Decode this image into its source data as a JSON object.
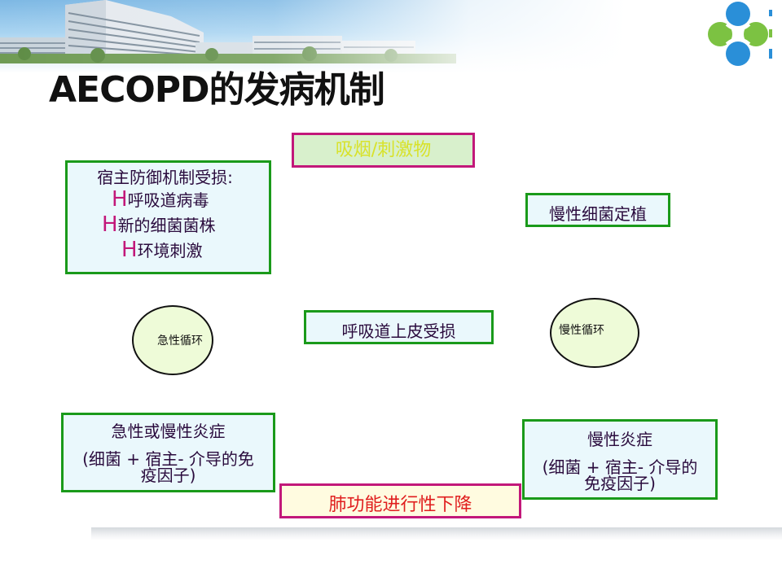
{
  "title": "AECOPD的发病机制",
  "boxes": {
    "smoke": "吸烟/刺激物",
    "host_title": "宿主防御机制受损:",
    "host_items": [
      {
        "mark": "H",
        "text": "呼吸道病毒"
      },
      {
        "mark": "H",
        "text": "新的细菌菌株"
      },
      {
        "mark": "H",
        "text": "环境刺激"
      }
    ],
    "colonization": "慢性细菌定植",
    "epithelium": "呼吸道上皮受损",
    "acute_inflam_title": "急性或慢性炎症",
    "acute_inflam_sub": "(细菌 + 宿主- 介导的免疫因子)",
    "chronic_inflam_title": "慢性炎症",
    "chronic_inflam_sub": "(细菌 + 宿主- 介导的免疫因子)",
    "lung_decline": "肺功能进行性下降"
  },
  "ovals": {
    "acute": "急性循环",
    "chronic": "慢性循环"
  },
  "colors": {
    "green_border": "#1a9a1a",
    "pink_border": "#c2187a",
    "box_fill": "#eaf8fc",
    "text": "#2a0b3d"
  }
}
